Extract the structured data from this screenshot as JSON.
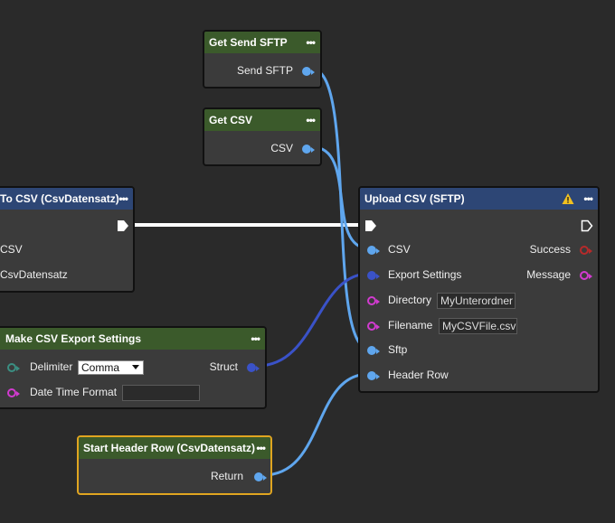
{
  "nodes": {
    "get_send_sftp": {
      "title": "Get Send SFTP",
      "menu": "•••",
      "output": "Send SFTP"
    },
    "get_csv": {
      "title": "Get CSV",
      "menu": "•••",
      "output": "CSV"
    },
    "to_csv": {
      "title": "To CSV (CsvDatensatz)",
      "menu": "•••",
      "row1": "CSV",
      "row2": "CsvDatensatz"
    },
    "upload_csv": {
      "title": "Upload CSV (SFTP)",
      "menu": "•••",
      "inputs": {
        "csv": "CSV",
        "export_settings": "Export Settings",
        "directory": "Directory",
        "filename": "Filename",
        "sftp": "Sftp",
        "header_row": "Header Row"
      },
      "directory_value": "MyUnterordner",
      "filename_value": "MyCSVFile.csv",
      "outputs": {
        "success": "Success",
        "message": "Message"
      }
    },
    "make_export": {
      "title": "Make CSV Export Settings",
      "menu": "•••",
      "delimiter_label": "Delimiter",
      "delimiter_value": "Comma",
      "struct_label": "Struct",
      "datetime_label": "Date Time Format",
      "datetime_value": ""
    },
    "start_header": {
      "title": "Start Header Row (CsvDatensatz)",
      "menu": "•••",
      "output": "Return"
    }
  },
  "colors": {
    "background": "#2a2a2a",
    "node_body": "#3b3b3b",
    "header_green": "#3b5a2b",
    "header_blue": "#2d4675",
    "wire_light_blue": "#5fa6ee",
    "wire_dark_blue": "#3a52c8",
    "pin_pink": "#d23bd0",
    "selected_border": "#e0a520",
    "warning": "#f0c020"
  },
  "icons": [
    "menu-dots-icon",
    "warning-icon",
    "exec-pin-icon",
    "data-pin-icon"
  ]
}
